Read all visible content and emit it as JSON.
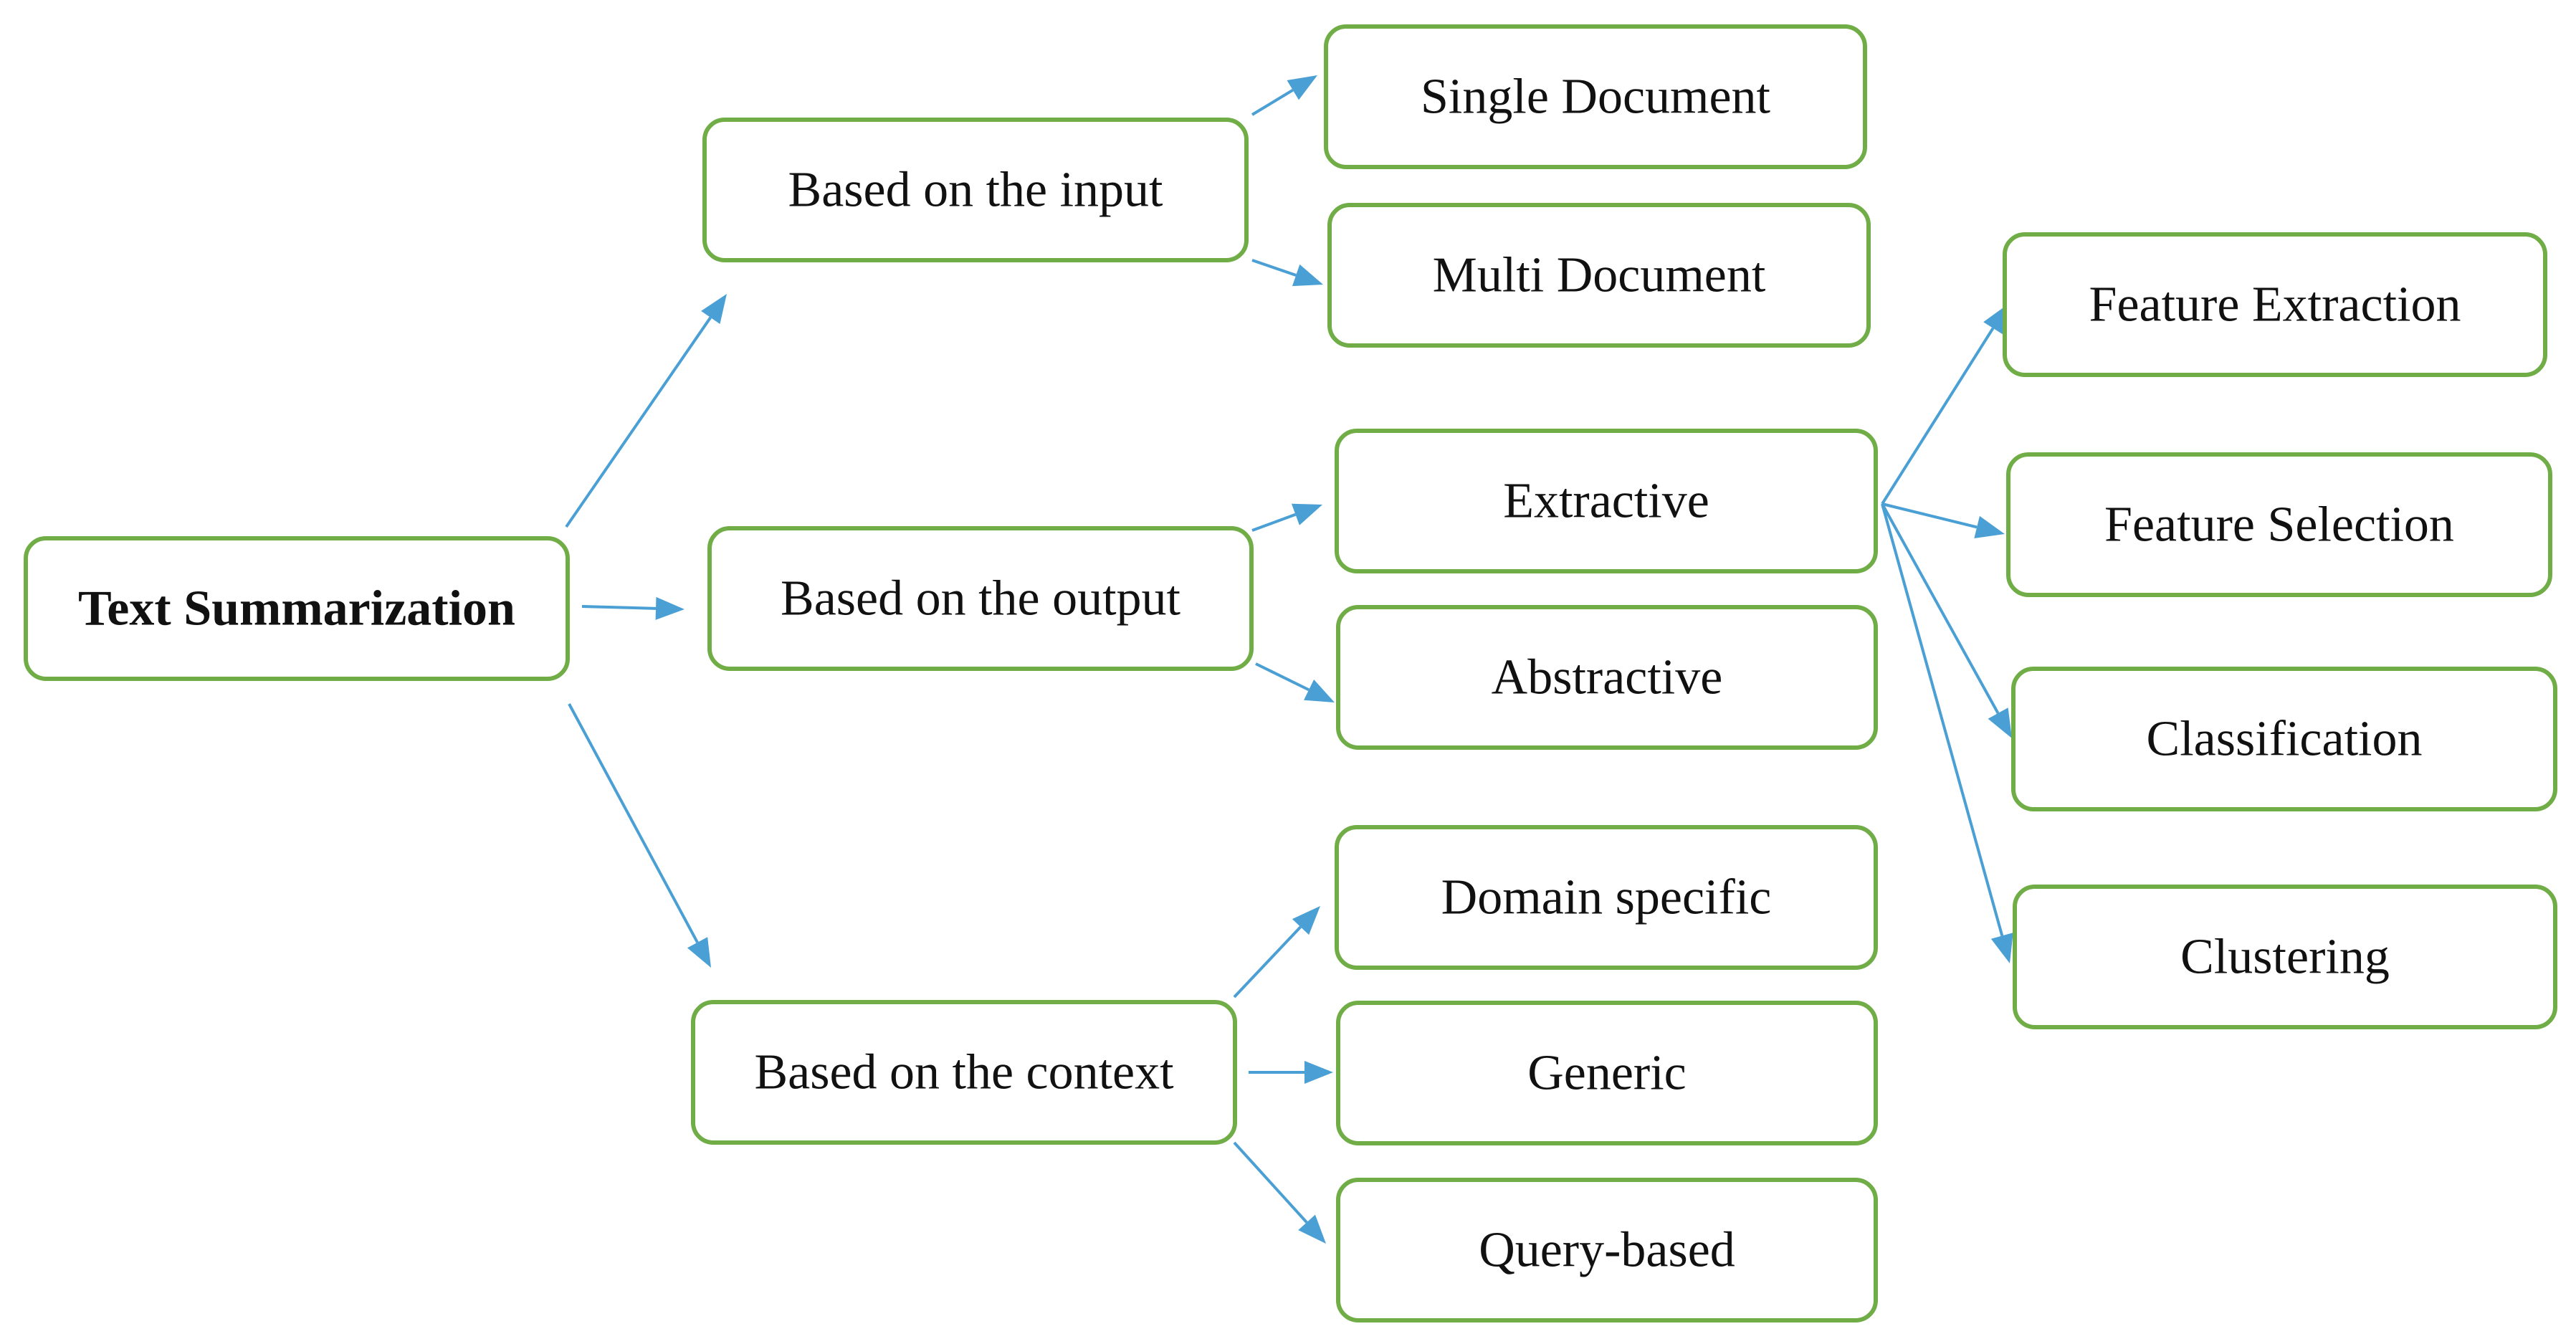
{
  "colors": {
    "box_border": "#70ad47",
    "arrow": "#4a9fd4",
    "text": "#111111"
  },
  "nodes": {
    "root": "Text Summarization",
    "input": "Based on the input",
    "output": "Based on the output",
    "context": "Based on the context",
    "single": "Single Document",
    "multi": "Multi Document",
    "extractive": "Extractive",
    "abstractive": "Abstractive",
    "domain": "Domain specific",
    "generic": "Generic",
    "query": "Query-based",
    "feat_ext": "Feature Extraction",
    "feat_sel": "Feature Selection",
    "classification": "Classification",
    "clustering": "Clustering"
  },
  "edges": [
    {
      "from": "root",
      "to": "input"
    },
    {
      "from": "root",
      "to": "output"
    },
    {
      "from": "root",
      "to": "context"
    },
    {
      "from": "input",
      "to": "single"
    },
    {
      "from": "input",
      "to": "multi"
    },
    {
      "from": "output",
      "to": "extractive"
    },
    {
      "from": "output",
      "to": "abstractive"
    },
    {
      "from": "context",
      "to": "domain"
    },
    {
      "from": "context",
      "to": "generic"
    },
    {
      "from": "context",
      "to": "query"
    },
    {
      "from": "extractive",
      "to": "feat_ext"
    },
    {
      "from": "extractive",
      "to": "feat_sel"
    },
    {
      "from": "extractive",
      "to": "classification"
    },
    {
      "from": "extractive",
      "to": "clustering"
    }
  ]
}
